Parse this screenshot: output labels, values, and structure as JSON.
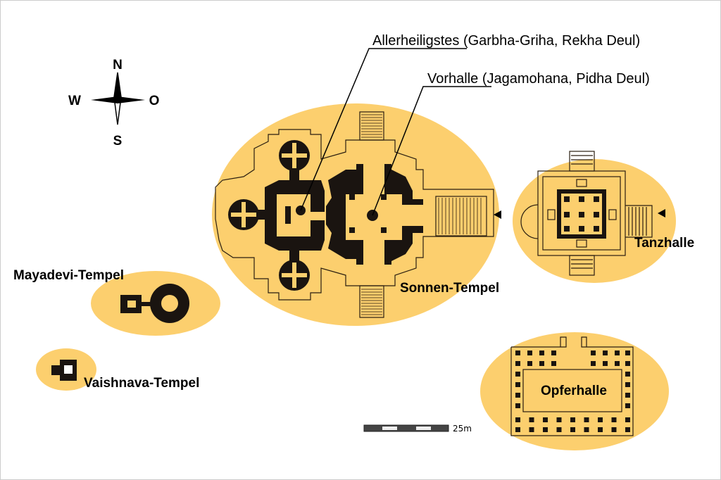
{
  "colors": {
    "area": "#fccf6e",
    "wall": "#1a1410",
    "line": "#2a1e10",
    "bg": "#ffffff"
  },
  "compass": {
    "north": "N",
    "south": "S",
    "west": "W",
    "east": "O"
  },
  "annotations": {
    "sanctum": "Allerheiligstes (Garbha-Griha, Rekha Deul)",
    "porch": "Vorhalle (Jagamohana, Pidha Deul)"
  },
  "labels": {
    "sun_temple": "Sonnen-Tempel",
    "dance_hall": "Tanzhalle",
    "mayadevi": "Mayadevi-Tempel",
    "vaishnava": "Vaishnava-Tempel",
    "offering_hall": "Opferhalle"
  },
  "scale": {
    "label": "25m",
    "segments": 5
  }
}
